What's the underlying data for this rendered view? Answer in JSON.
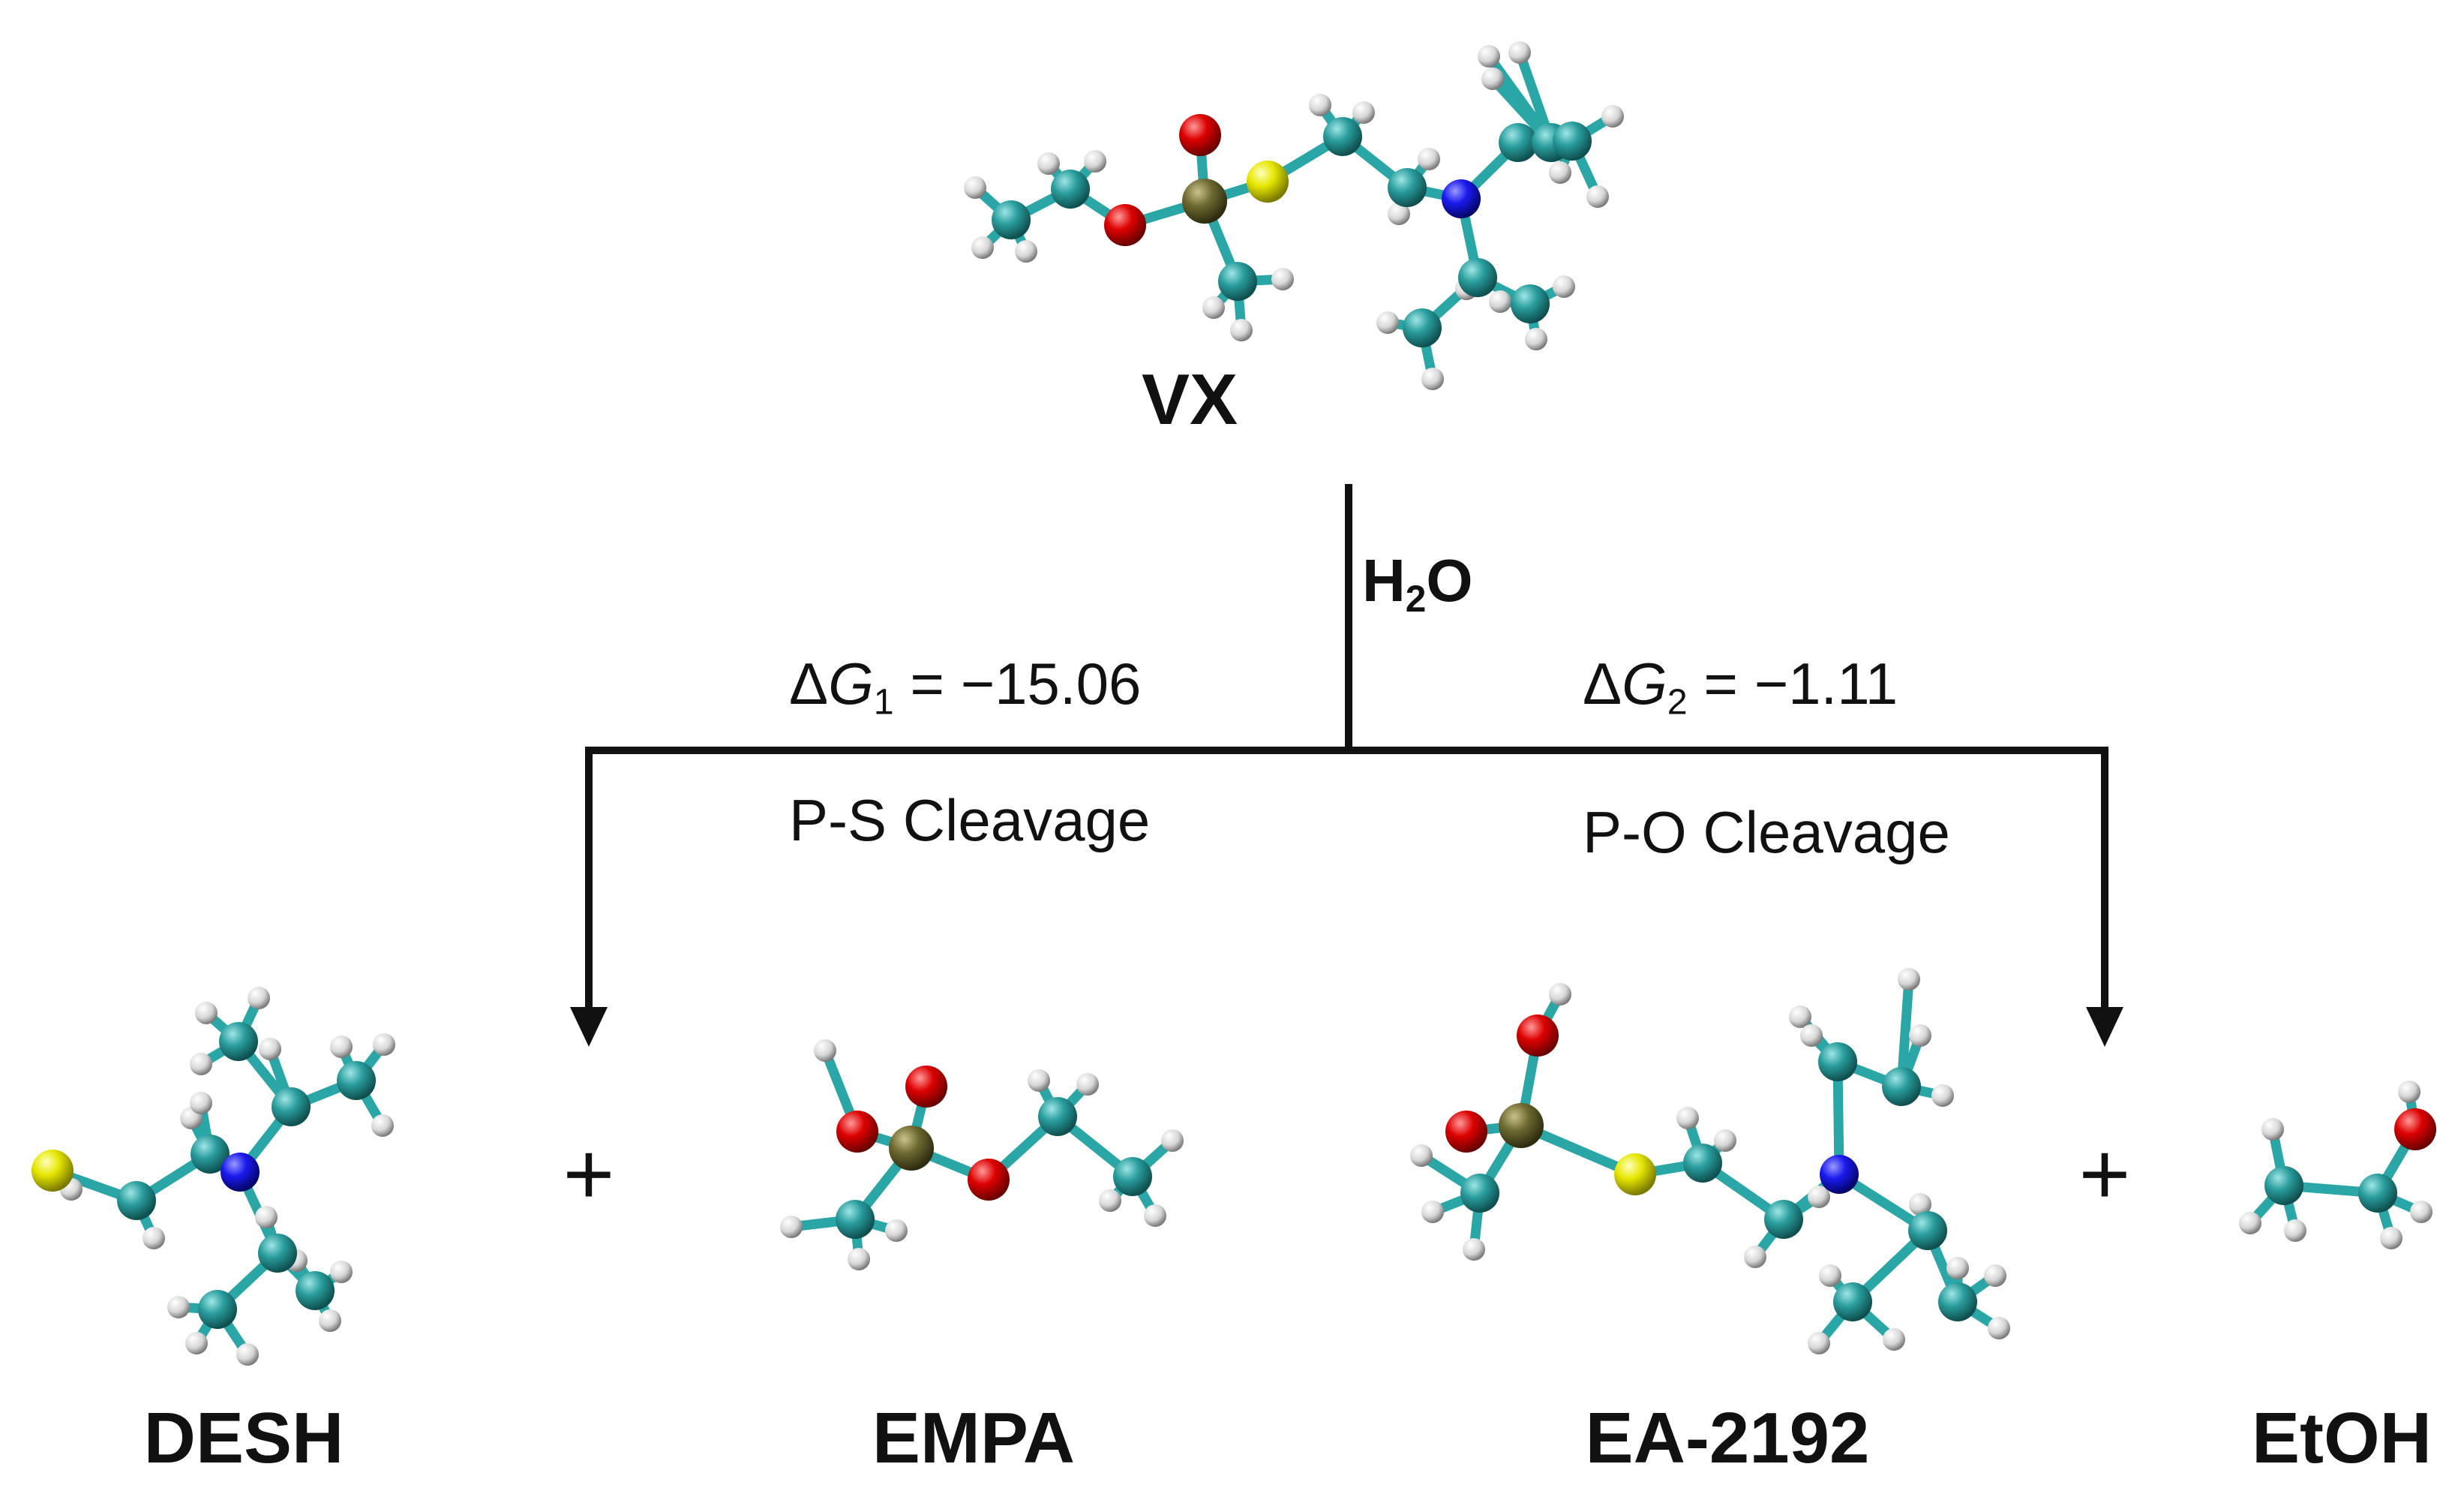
{
  "reactant": {
    "name": "VX"
  },
  "reagent": {
    "prefix": "H",
    "subscript": "2",
    "suffix": "O"
  },
  "pathways": [
    {
      "delta_symbol": "Δ",
      "variable": "G",
      "subscript": "1",
      "equals": " = ",
      "value": "−15.06",
      "cleavage": "P-S Cleavage"
    },
    {
      "delta_symbol": "Δ",
      "variable": "G",
      "subscript": "2",
      "equals": " = ",
      "value": "−1.11",
      "cleavage": "P-O Cleavage"
    }
  ],
  "products": [
    {
      "name": "DESH"
    },
    {
      "name": "EMPA"
    },
    {
      "name": "EA-2192"
    },
    {
      "name": "EtOH"
    }
  ],
  "plus_sign": "+",
  "atom_colors": {
    "carbon": "#2a9d9d",
    "hydrogen": "#e8e8e8",
    "oxygen": "#dd0000",
    "sulfur": "#e6e600",
    "nitrogen": "#1a1aee",
    "phosphorus": "#6e6a32",
    "bond": "#2aa6a6"
  }
}
